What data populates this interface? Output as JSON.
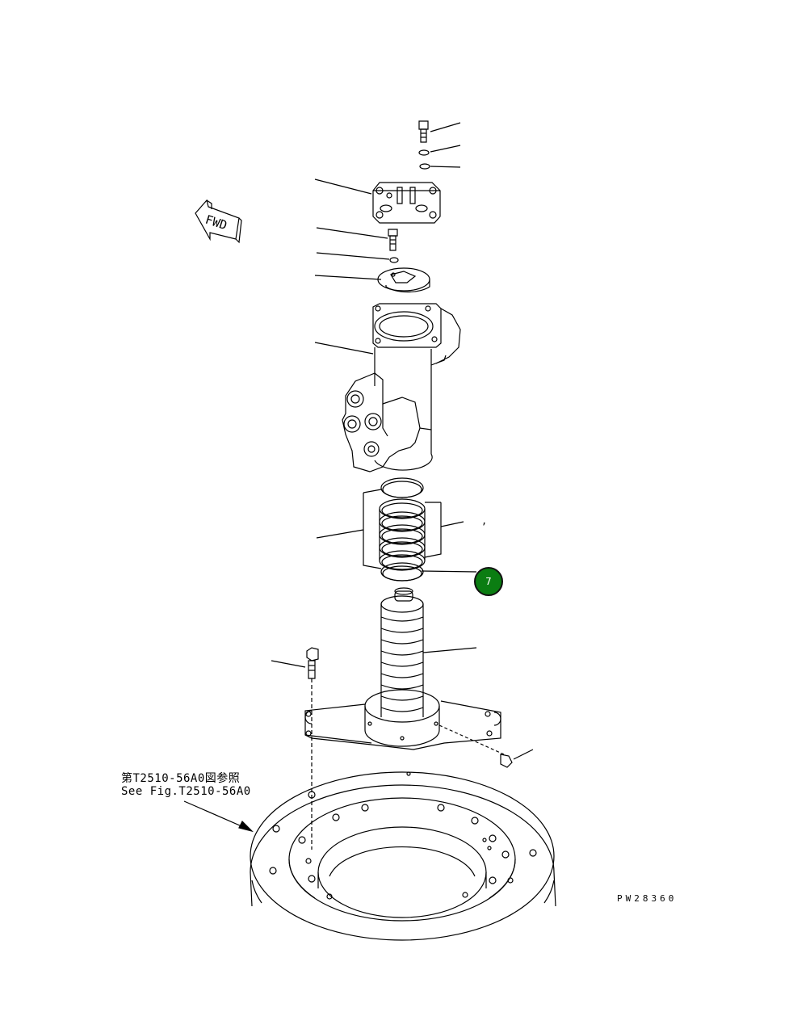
{
  "drawing": {
    "fwd_label": "FWD",
    "reference_jp": "第T2510-56A0図参照",
    "reference_en": "See Fig.T2510-56A0",
    "drawing_code": "PW28360",
    "comma_mark": ","
  },
  "callouts": [
    {
      "number": "7",
      "color": "#0b7d12"
    }
  ]
}
